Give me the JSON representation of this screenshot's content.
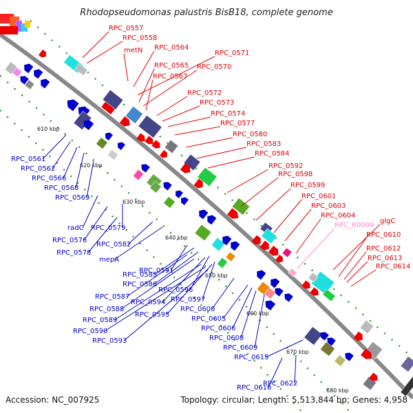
{
  "title": "Rhodopseudomonas palustris BisB18, complete genome",
  "footer": {
    "accession": "Accession: NC_007925",
    "info": "Topology: circular; Length: 5,513,844 bp; Genes: 4,958"
  },
  "colors": {
    "forward_label": "#e00000",
    "reverse_label": "#0000cc",
    "rna_label": "#ff88cc",
    "backbone": "#888888"
  },
  "ticks": [
    "610 kbp",
    "620 kbp",
    "630 kbp",
    "640 kbp",
    "650 kbp",
    "660 kbp",
    "670 kbp",
    "680 kbp"
  ],
  "forward_labels": [
    "RPC_0557",
    "RPC_0558",
    "metN",
    "RPC_0564",
    "RPC_0571",
    "RPC_0565",
    "RPC_0570",
    "RPC_0567",
    "RPC_0572",
    "RPC_0573",
    "RPC_0574",
    "RPC_0577",
    "RPC_0580",
    "RPC_0583",
    "RPC_0584",
    "RPC_0592",
    "RPC_0598",
    "RPC_0599",
    "RPC_0601",
    "RPC_0603",
    "RPC_0604",
    "RPC_R0009",
    "glgC",
    "RPC_0610",
    "RPC_0612",
    "RPC_0613",
    "RPC_0614"
  ],
  "reverse_labels": [
    "RPC_0561",
    "RPC_0562",
    "RPC_0566",
    "RPC_0568",
    "RPC_0569",
    "radC",
    "RPC_0579",
    "RPC_0576",
    "RPC_0578",
    "RPC_0582",
    "mepA",
    "RPC_0591",
    "RPC_0585",
    "RPC_0586",
    "RPC_0596",
    "RPC_0587",
    "RPC_0597",
    "RPC_0594",
    "RPC_0588",
    "RPC_0595",
    "RPC_0600",
    "RPC_0589",
    "RPC_0605",
    "RPC_0590",
    "RPC_0606",
    "RPC_0593",
    "RPC_0608",
    "RPC_0609",
    "RPC_0615",
    "RPC_0616",
    "RPC_0622"
  ]
}
